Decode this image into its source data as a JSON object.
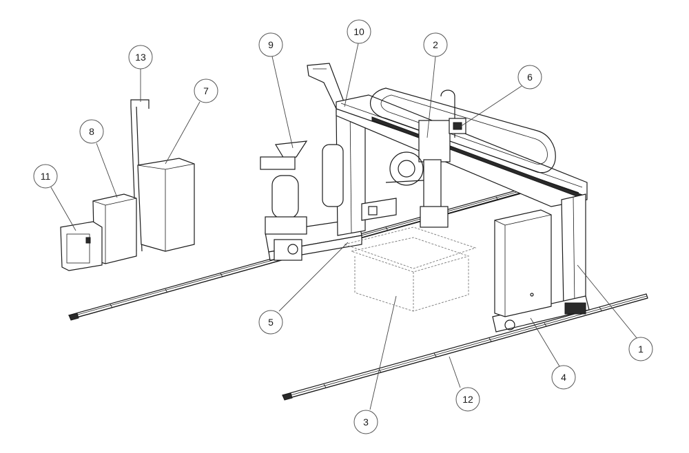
{
  "diagram": {
    "callouts": [
      {
        "id": "1",
        "label": "1",
        "part": "gantry-leg-right"
      },
      {
        "id": "2",
        "label": "2",
        "part": "welding-head-carriage"
      },
      {
        "id": "3",
        "label": "3",
        "part": "workpiece"
      },
      {
        "id": "4",
        "label": "4",
        "part": "control-cabinet"
      },
      {
        "id": "5",
        "label": "5",
        "part": "operator-control-panel"
      },
      {
        "id": "6",
        "label": "6",
        "part": "cross-beam-motor"
      },
      {
        "id": "7",
        "label": "7",
        "part": "power-source-cabinet"
      },
      {
        "id": "8",
        "label": "8",
        "part": "electrical-cabinet"
      },
      {
        "id": "9",
        "label": "9",
        "part": "flux-hopper-and-tank"
      },
      {
        "id": "10",
        "label": "10",
        "part": "gantry-leg-left"
      },
      {
        "id": "11",
        "label": "11",
        "part": "small-enclosure"
      },
      {
        "id": "12",
        "label": "12",
        "part": "rail-track"
      },
      {
        "id": "13",
        "label": "13",
        "part": "cable-post"
      }
    ]
  }
}
